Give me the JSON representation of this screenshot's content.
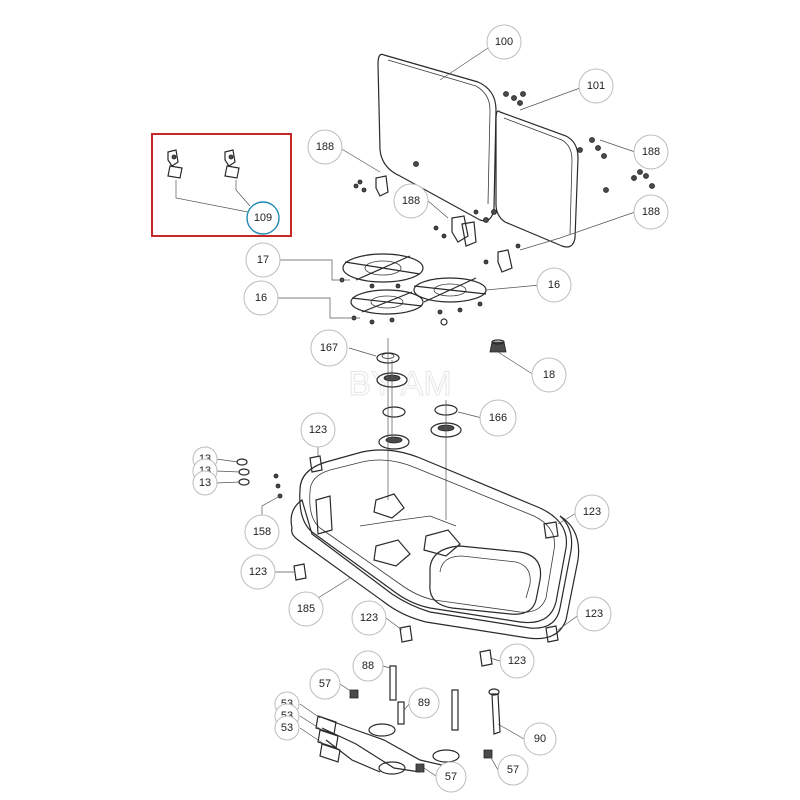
{
  "diagram": {
    "watermark": "BY AM",
    "detail_callout": "109",
    "callouts": [
      {
        "id": "c100",
        "label": "100"
      },
      {
        "id": "c101",
        "label": "101"
      },
      {
        "id": "c188a",
        "label": "188"
      },
      {
        "id": "c188b",
        "label": "188"
      },
      {
        "id": "c188c",
        "label": "188"
      },
      {
        "id": "c188d",
        "label": "188"
      },
      {
        "id": "c17",
        "label": "17"
      },
      {
        "id": "c16a",
        "label": "16"
      },
      {
        "id": "c16b",
        "label": "16"
      },
      {
        "id": "c167",
        "label": "167"
      },
      {
        "id": "c18",
        "label": "18"
      },
      {
        "id": "c166",
        "label": "166"
      },
      {
        "id": "c123a",
        "label": "123"
      },
      {
        "id": "c13a",
        "label": "13"
      },
      {
        "id": "c13b",
        "label": "13"
      },
      {
        "id": "c13c",
        "label": "13"
      },
      {
        "id": "c158",
        "label": "158"
      },
      {
        "id": "c123b",
        "label": "123"
      },
      {
        "id": "c123c",
        "label": "123"
      },
      {
        "id": "c185",
        "label": "185"
      },
      {
        "id": "c123d",
        "label": "123"
      },
      {
        "id": "c123e",
        "label": "123"
      },
      {
        "id": "c123f",
        "label": "123"
      },
      {
        "id": "c88",
        "label": "88"
      },
      {
        "id": "c57a",
        "label": "57"
      },
      {
        "id": "c89",
        "label": "89"
      },
      {
        "id": "c53a",
        "label": "53"
      },
      {
        "id": "c53b",
        "label": "53"
      },
      {
        "id": "c53c",
        "label": "53"
      },
      {
        "id": "c90",
        "label": "90"
      },
      {
        "id": "c57b",
        "label": "57"
      },
      {
        "id": "c57c",
        "label": "57"
      }
    ]
  }
}
